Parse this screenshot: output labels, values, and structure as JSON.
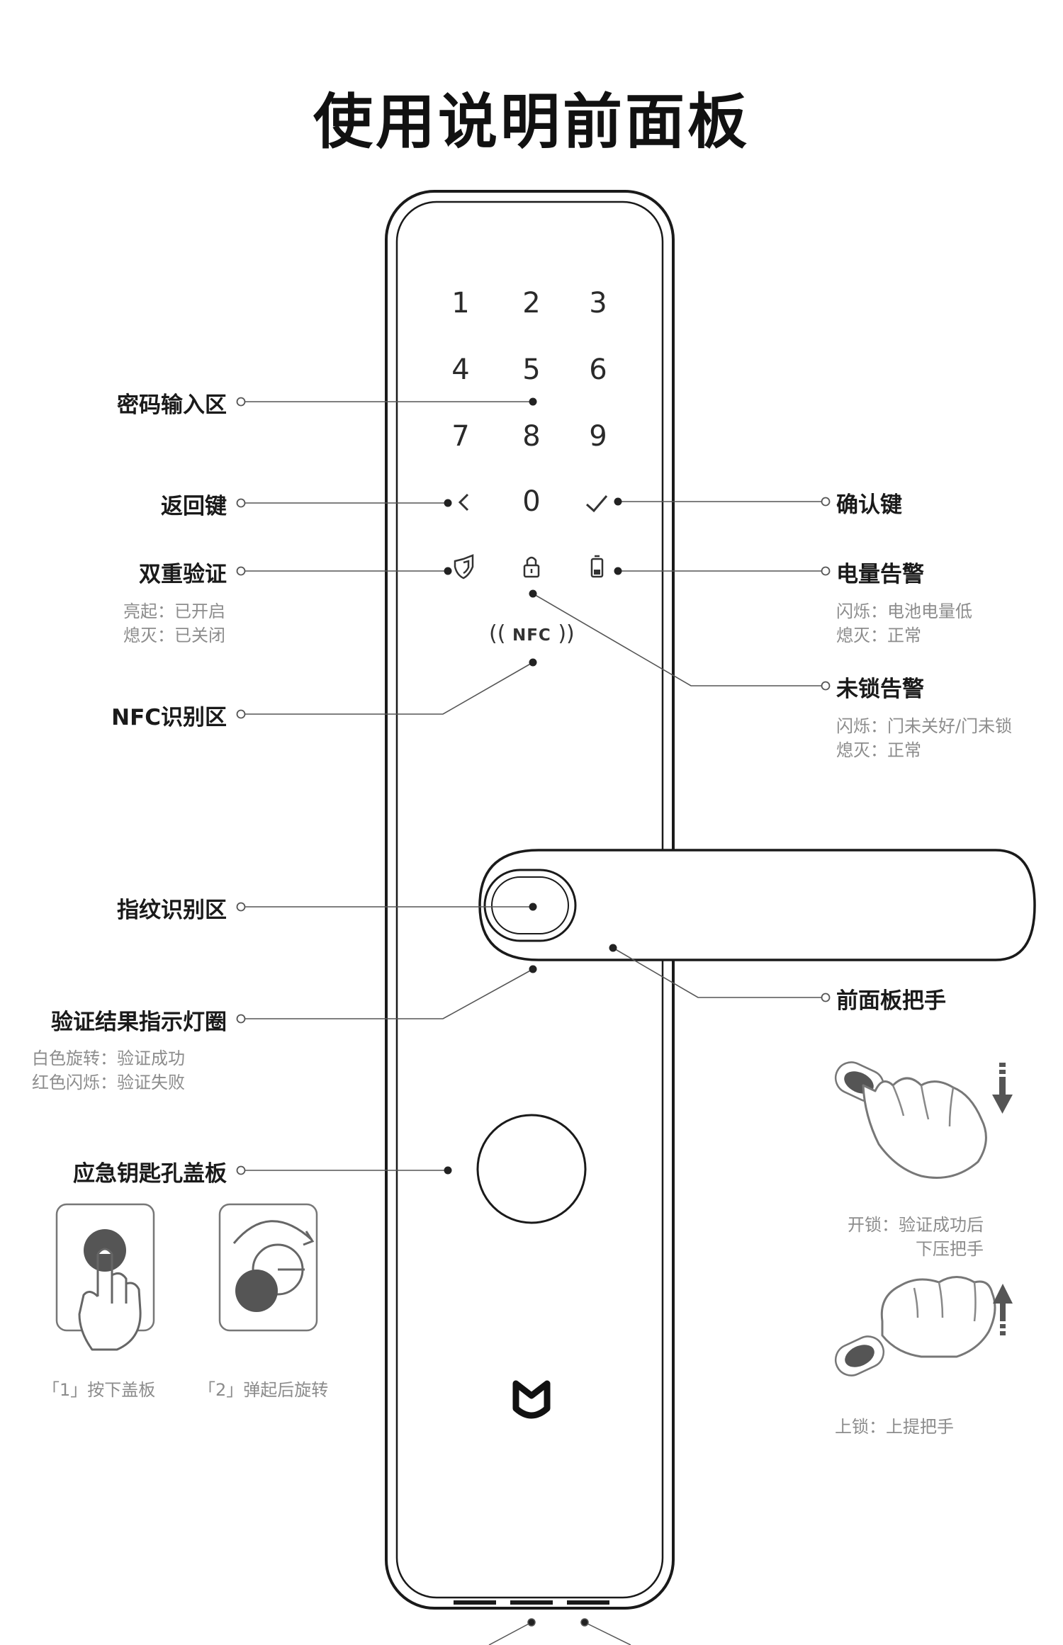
{
  "title": "使用说明前面板",
  "keypad": {
    "keys": [
      "1",
      "2",
      "3",
      "4",
      "5",
      "6",
      "7",
      "8",
      "9",
      "0"
    ],
    "nfc_label": "NFC"
  },
  "callouts": {
    "password_area": "密码输入区",
    "back_key": "返回键",
    "confirm_key": "确认键",
    "dual_verify": {
      "label": "双重验证",
      "on": "亮起：已开启",
      "off": "熄灭：已关闭"
    },
    "battery_alarm": {
      "label": "电量告警",
      "blink": "闪烁：电池电量低",
      "off": "熄灭：正常"
    },
    "unlocked_alarm": {
      "label": "未锁告警",
      "blink": "闪烁：门未关好/门未锁",
      "off": "熄灭：正常"
    },
    "nfc_area": "NFC识别区",
    "fingerprint_area": "指纹识别区",
    "front_handle": "前面板把手",
    "verify_ring": {
      "label": "验证结果指示灯圈",
      "white": "白色旋转：验证成功",
      "red": "红色闪烁：验证失败"
    },
    "key_cover": "应急钥匙孔盖板"
  },
  "cover_steps": {
    "step1": "「1」按下盖板",
    "step2": "「2」弹起后旋转"
  },
  "handle_usage": {
    "unlock_line1": "开锁：验证成功后",
    "unlock_line2": "下压把手",
    "lock": "上锁：上提把手"
  },
  "icons": [
    "back-arrow-icon",
    "check-icon",
    "shield-icon",
    "lock-icon",
    "battery-icon",
    "mi-logo-icon",
    "arrow-down-icon",
    "arrow-up-icon",
    "hand-press-icon",
    "rotate-icon"
  ]
}
